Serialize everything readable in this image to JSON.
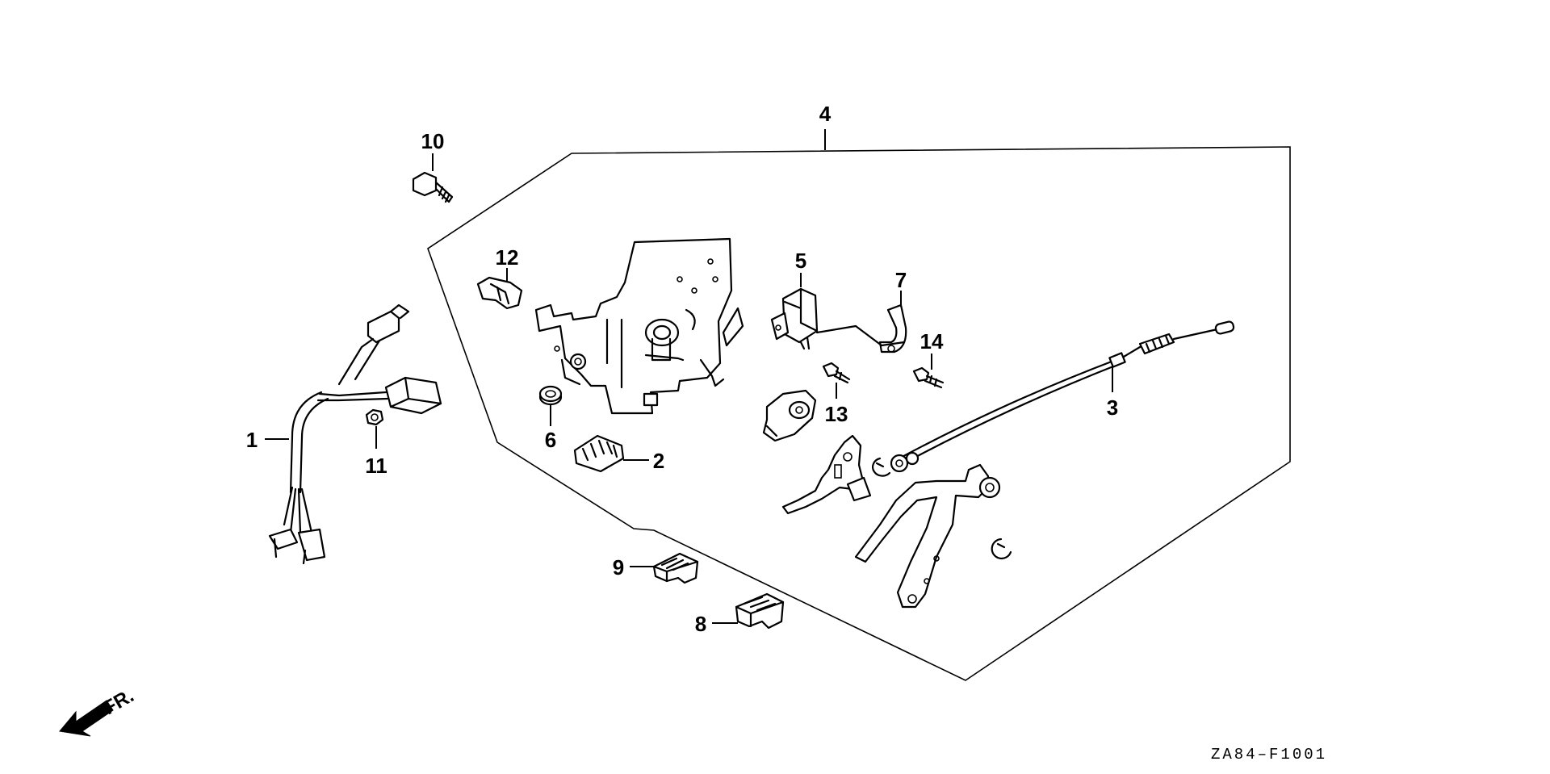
{
  "diagram": {
    "title_code": "ZA84–F1001",
    "direction_label": "FR.",
    "callouts": [
      {
        "id": "1",
        "label": "1",
        "part": "wire-harness"
      },
      {
        "id": "2",
        "label": "2",
        "part": "cushion-rubber"
      },
      {
        "id": "3",
        "label": "3",
        "part": "control-cable"
      },
      {
        "id": "4",
        "label": "4",
        "part": "control-assembly"
      },
      {
        "id": "5",
        "label": "5",
        "part": "switch"
      },
      {
        "id": "6",
        "label": "6",
        "part": "grommet"
      },
      {
        "id": "7",
        "label": "7",
        "part": "cable-clamp"
      },
      {
        "id": "8",
        "label": "8",
        "part": "knob"
      },
      {
        "id": "9",
        "label": "9",
        "part": "knob"
      },
      {
        "id": "10",
        "label": "10",
        "part": "flange-bolt"
      },
      {
        "id": "11",
        "label": "11",
        "part": "nut"
      },
      {
        "id": "12",
        "label": "12",
        "part": "clip"
      },
      {
        "id": "13",
        "label": "13",
        "part": "screw"
      },
      {
        "id": "14",
        "label": "14",
        "part": "screw"
      }
    ]
  }
}
